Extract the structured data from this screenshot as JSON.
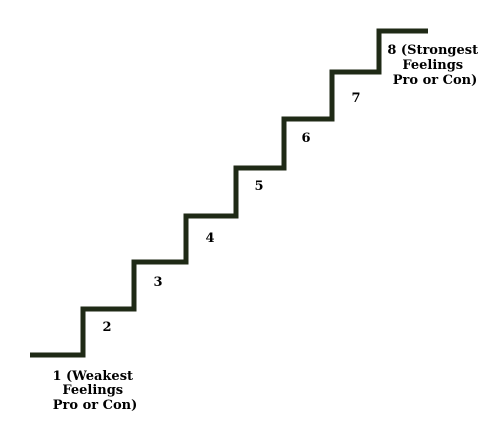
{
  "diagram": {
    "line_color": "#1f2a16",
    "text_color": "#000000",
    "steps": [
      {
        "number": "1",
        "lines": [
          "1 (Weakest",
          "Feelings",
          "Pro or Con)"
        ]
      },
      {
        "number": "2",
        "lines": [
          "2"
        ]
      },
      {
        "number": "3",
        "lines": [
          "3"
        ]
      },
      {
        "number": "4",
        "lines": [
          "4"
        ]
      },
      {
        "number": "5",
        "lines": [
          "5"
        ]
      },
      {
        "number": "6",
        "lines": [
          "6"
        ]
      },
      {
        "number": "7",
        "lines": [
          "7"
        ]
      },
      {
        "number": "8",
        "lines": [
          "8 (Strongest",
          "Feelings",
          "Pro or Con)"
        ]
      }
    ]
  }
}
